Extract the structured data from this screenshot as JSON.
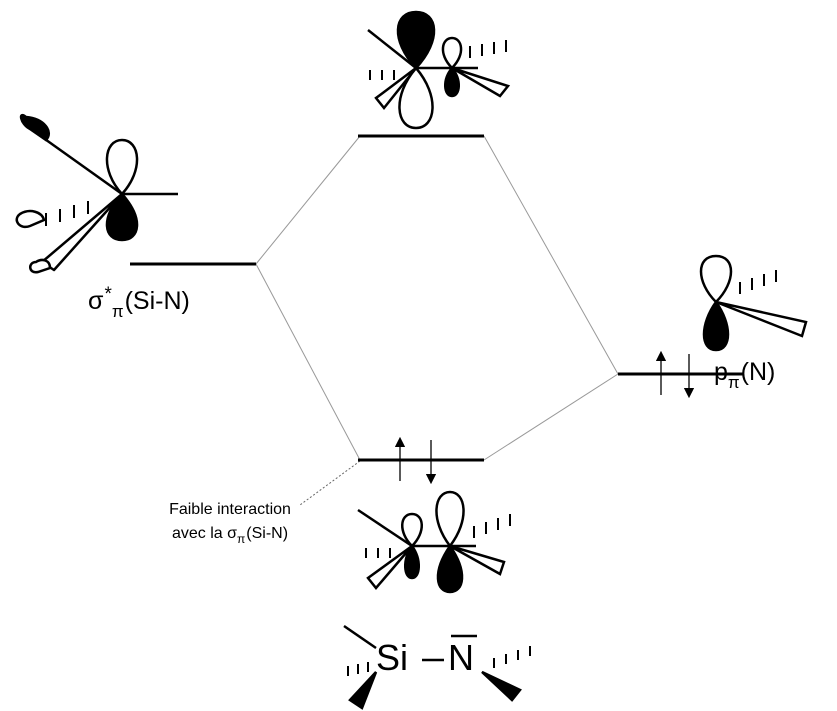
{
  "labels": {
    "sigma_star": {
      "base": "σ",
      "sup": "*",
      "sub": "π",
      "rest": "(Si-N)"
    },
    "p_pi": {
      "base": "p",
      "sub": "π",
      "rest": "(N)"
    },
    "weak_line1": "Faible interaction",
    "weak_line2_prefix": "avec la σ",
    "weak_line2_sub": "π",
    "weak_line2_rest": "(Si-N)"
  },
  "molecule": {
    "si": "Si",
    "n": "N"
  },
  "colors": {
    "line": "#000000",
    "connector": "#999999"
  }
}
